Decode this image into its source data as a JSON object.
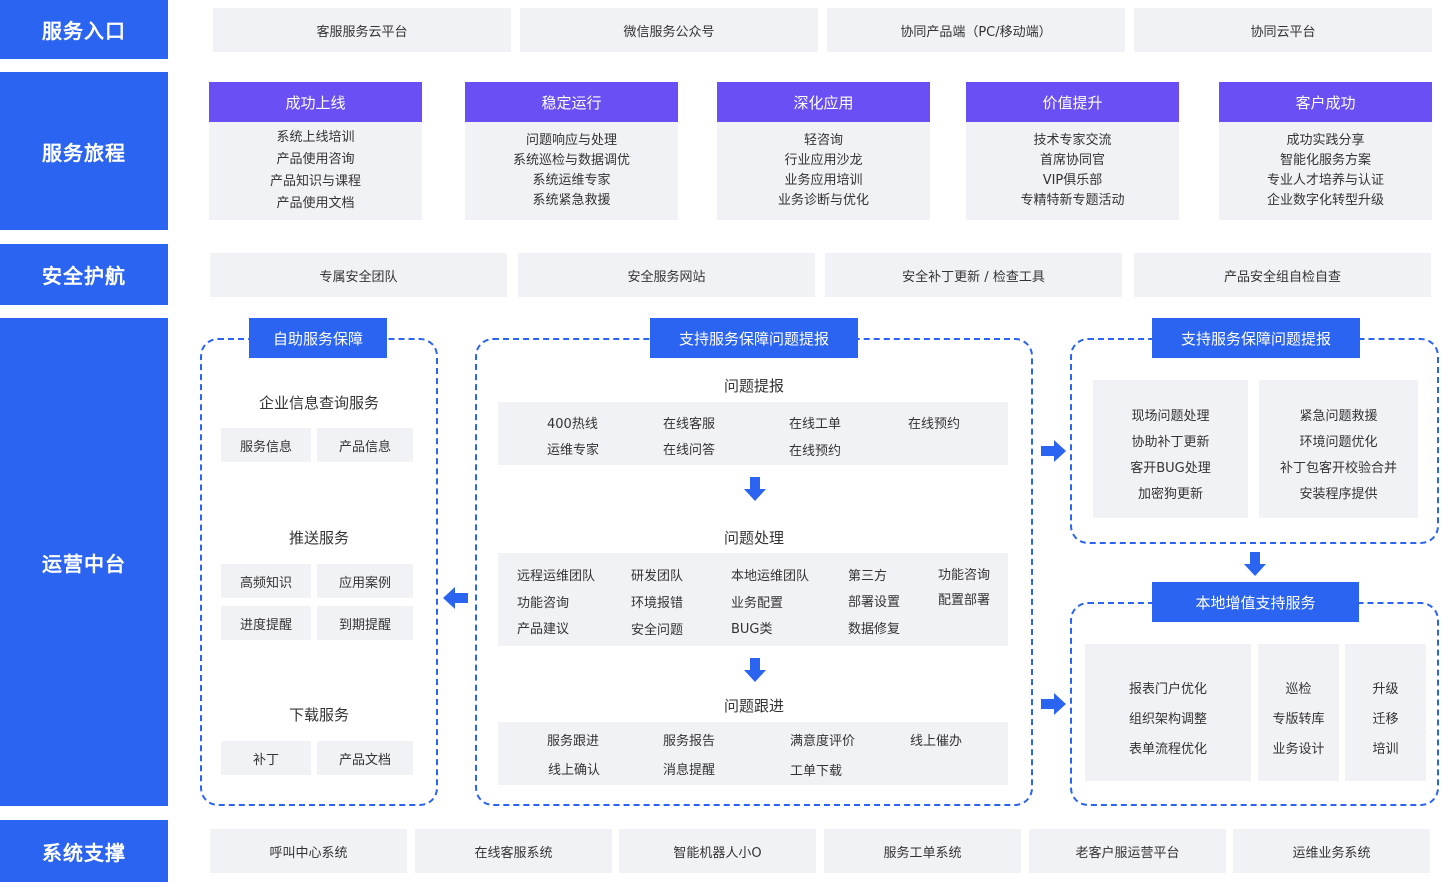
{
  "rows": {
    "entry": "服务入口",
    "journey": "服务旅程",
    "security": "安全护航",
    "ops": "运营中台",
    "system": "系统支撑"
  },
  "entry_items": [
    "客服服务云平台",
    "微信服务公众号",
    "协同产品端（PC/移动端）",
    "协同云平台"
  ],
  "journey": [
    {
      "title": "成功上线",
      "items": [
        "系统上线培训",
        "产品使用咨询",
        "产品知识与课程",
        "产品使用文档"
      ]
    },
    {
      "title": "稳定运行",
      "items": [
        "问题响应与处理",
        "系统巡检与数据调优",
        "系统运维专家",
        "系统紧急救援"
      ]
    },
    {
      "title": "深化应用",
      "items": [
        "轻咨询",
        "行业应用沙龙",
        "业务应用培训",
        "业务诊断与优化"
      ]
    },
    {
      "title": "价值提升",
      "items": [
        "技术专家交流",
        "首席协同官",
        "VIP俱乐部",
        "专精特新专题活动"
      ]
    },
    {
      "title": "客户成功",
      "items": [
        "成功实践分享",
        "智能化服务方案",
        "专业人才培养与认证",
        "企业数字化转型升级"
      ]
    }
  ],
  "security_items": [
    "专属安全团队",
    "安全服务网站",
    "安全补丁更新 / 检查工具",
    "产品安全组自检自查"
  ],
  "self_service": {
    "tag": "自助服务保障",
    "sections": [
      {
        "title": "企业信息查询服务",
        "chips": [
          "服务信息",
          "产品信息"
        ]
      },
      {
        "title": "推送服务",
        "chips": [
          "高频知识",
          "应用案例",
          "进度提醒",
          "到期提醒"
        ]
      },
      {
        "title": "下载服务",
        "chips": [
          "补丁",
          "产品文档"
        ]
      }
    ]
  },
  "support": {
    "tag": "支持服务保障问题提报",
    "report": {
      "title": "问题提报",
      "items": [
        "400热线",
        "在线客服",
        "在线工单",
        "在线预约",
        "运维专家",
        "在线问答",
        "在线预约"
      ]
    },
    "handle": {
      "title": "问题处理",
      "items": [
        "远程运维团队",
        "研发团队",
        "本地运维团队",
        "第三方",
        "功能咨询",
        "功能咨询",
        "环境报错",
        "业务配置",
        "部署设置",
        "配置部署",
        "产品建议",
        "安全问题",
        "BUG类",
        "数据修复"
      ]
    },
    "follow": {
      "title": "问题跟进",
      "items": [
        "服务跟进",
        "服务报告",
        "满意度评价",
        "线上催办",
        "线上确认",
        "消息提醒",
        "工单下载"
      ]
    }
  },
  "onsite": {
    "tag": "支持服务保障问题提报",
    "left": [
      "现场问题处理",
      "协助补丁更新",
      "客开BUG处理",
      "加密狗更新"
    ],
    "right": [
      "紧急问题救援",
      "环境问题优化",
      "补丁包客开校验合并",
      "安装程序提供"
    ]
  },
  "local": {
    "tag": "本地增值支持服务",
    "col1": [
      "报表门户优化",
      "组织架构调整",
      "表单流程优化"
    ],
    "col2": [
      "巡检",
      "专版转库",
      "业务设计"
    ],
    "col3": [
      "升级",
      "迁移",
      "培训"
    ]
  },
  "system_items": [
    "呼叫中心系统",
    "在线客服系统",
    "智能机器人小O",
    "服务工单系统",
    "老客户服运营平台",
    "运维业务系统"
  ],
  "colors": {
    "blue": "#2b64f0",
    "purple": "#6a4ff5",
    "gray": "#f1f2f6"
  }
}
